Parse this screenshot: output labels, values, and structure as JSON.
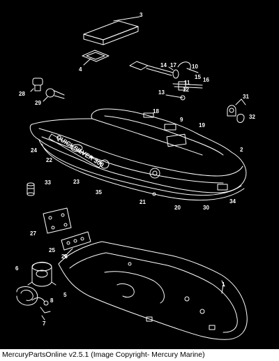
{
  "caption": "MercuryPartsOnline v2.5.1 (Image Copyright- Mercury Marine)",
  "brand_text": "QUICKSILVER 300",
  "colors": {
    "background": "#000000",
    "line": "#ffffff",
    "caption_bg": "#ffffff",
    "caption_text": "#000000"
  },
  "parts": [
    {
      "id": "p1",
      "label": "1"
    },
    {
      "id": "p2",
      "label": "2"
    },
    {
      "id": "p3",
      "label": "3"
    },
    {
      "id": "p4",
      "label": "4"
    },
    {
      "id": "p5",
      "label": "5"
    },
    {
      "id": "p6",
      "label": "6"
    },
    {
      "id": "p7",
      "label": "7"
    },
    {
      "id": "p8",
      "label": "8"
    },
    {
      "id": "p9",
      "label": "9"
    },
    {
      "id": "p10",
      "label": "10"
    },
    {
      "id": "p11",
      "label": "11"
    },
    {
      "id": "p12",
      "label": "12"
    },
    {
      "id": "p13",
      "label": "13"
    },
    {
      "id": "p14",
      "label": "14"
    },
    {
      "id": "p15",
      "label": "15"
    },
    {
      "id": "p16",
      "label": "16"
    },
    {
      "id": "p17",
      "label": "17"
    },
    {
      "id": "p18",
      "label": "18"
    },
    {
      "id": "p19",
      "label": "19"
    },
    {
      "id": "p20",
      "label": "20"
    },
    {
      "id": "p21",
      "label": "21"
    },
    {
      "id": "p22",
      "label": "22"
    },
    {
      "id": "p23",
      "label": "23"
    },
    {
      "id": "p24",
      "label": "24"
    },
    {
      "id": "p25",
      "label": "25"
    },
    {
      "id": "p26",
      "label": "26"
    },
    {
      "id": "p27",
      "label": "27"
    },
    {
      "id": "p28",
      "label": "28"
    },
    {
      "id": "p29",
      "label": "29"
    },
    {
      "id": "p30",
      "label": "30"
    },
    {
      "id": "p31",
      "label": "31"
    },
    {
      "id": "p32",
      "label": "32"
    },
    {
      "id": "p33",
      "label": "33"
    },
    {
      "id": "p34",
      "label": "34"
    },
    {
      "id": "p35",
      "label": "35"
    }
  ]
}
